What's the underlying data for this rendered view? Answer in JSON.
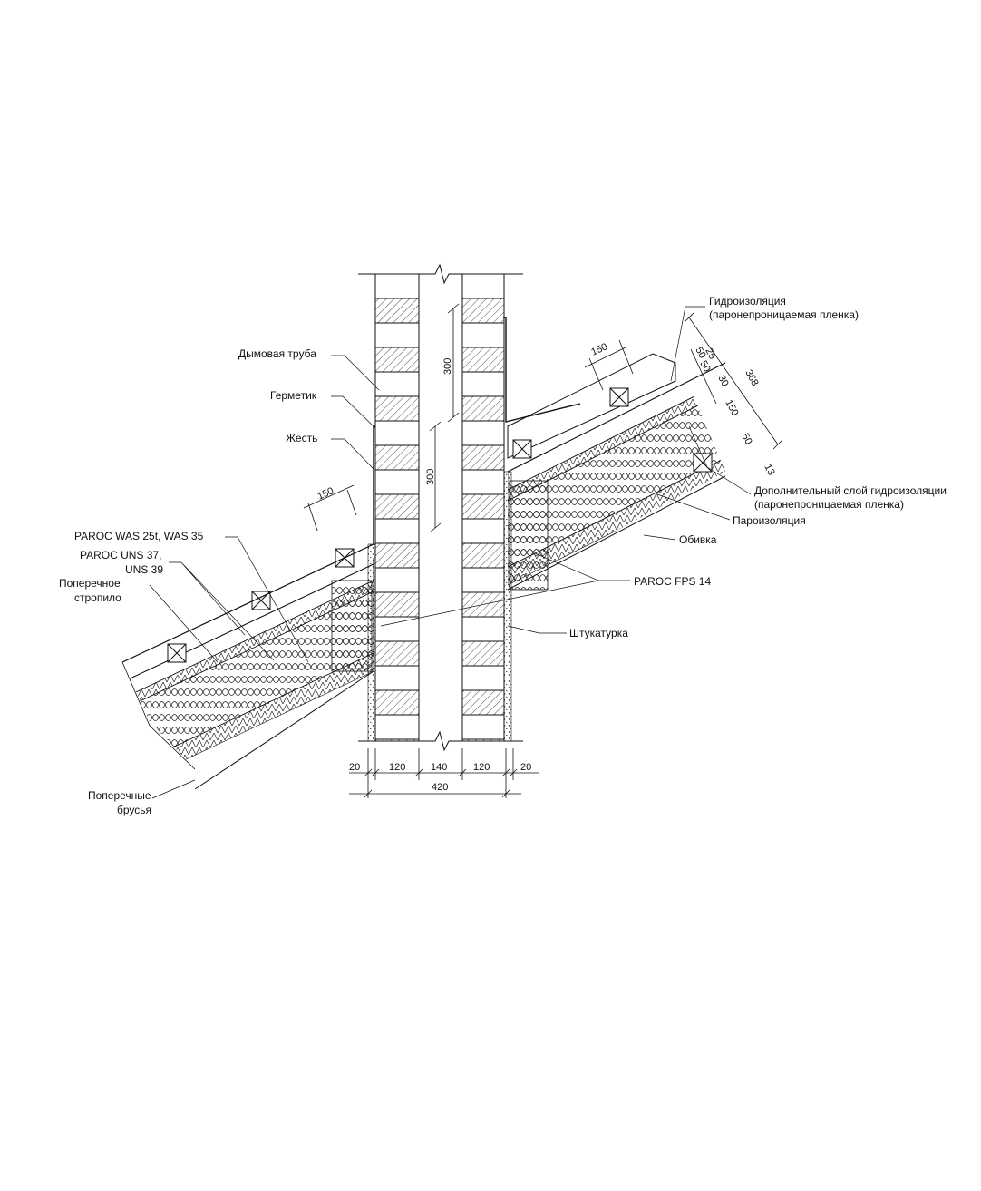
{
  "labels": {
    "chimney": "Дымовая труба",
    "sealant": "Герметик",
    "tin": "Жесть",
    "paroc_was": "PAROC WAS 25t, WAS 35",
    "paroc_uns_1": "PAROC UNS 37,",
    "paroc_uns_2": "UNS 39",
    "cross_rafter_1": "Поперечное",
    "cross_rafter_2": "стропило",
    "cross_beams_1": "Поперечные",
    "cross_beams_2": "брусья",
    "waterproofing_1": "Гидроизоляция",
    "waterproofing_2": "(паронепроницаемая пленка)",
    "extra_waterproofing_1": "Дополнительный слой гидроизоляции",
    "extra_waterproofing_2": "(паронепроницаемая пленка)",
    "vapor_barrier": "Пароизоляция",
    "sheathing": "Обивка",
    "paroc_fps": "PAROC FPS 14",
    "plaster": "Штукатурка"
  },
  "dimensions": {
    "bottom_20_left": "20",
    "bottom_120_left": "120",
    "bottom_140": "140",
    "bottom_120_right": "120",
    "bottom_20_right": "20",
    "bottom_total": "420",
    "flue_300_upper": "300",
    "flue_300_lower": "300",
    "left_150": "150",
    "right_150": "150",
    "roof_368": "368",
    "roof_25": "25",
    "roof_30": "30",
    "roof_50a": "50",
    "roof_50b": "50",
    "roof_150": "150",
    "roof_50c": "50",
    "roof_13": "13"
  }
}
